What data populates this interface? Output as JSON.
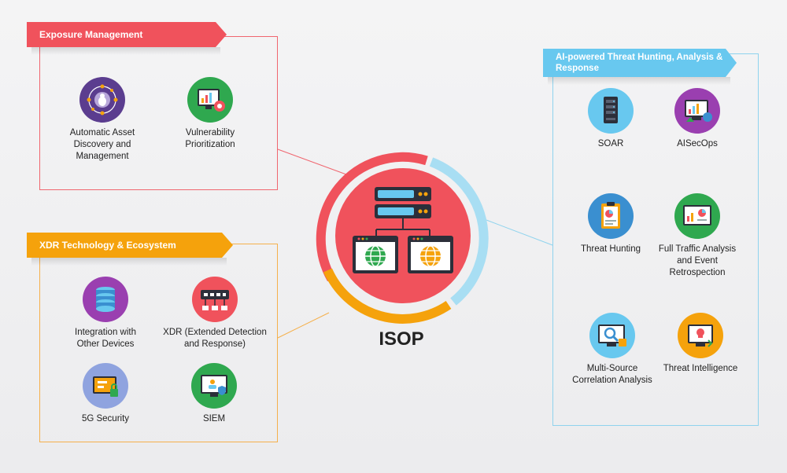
{
  "center": {
    "title": "ISOP"
  },
  "exposure": {
    "title": "Exposure Management",
    "items": [
      {
        "label": "Automatic Asset Discovery and Management"
      },
      {
        "label": "Vulnerability Prioritization"
      }
    ]
  },
  "xdr": {
    "title": "XDR Technology & Ecosystem",
    "items": [
      {
        "label": "Integration with Other Devices"
      },
      {
        "label": "XDR (Extended Detection and Response)"
      },
      {
        "label": "5G Security"
      },
      {
        "label": "SIEM"
      }
    ]
  },
  "ai": {
    "title": "AI-powered Threat Hunting, Analysis & Response",
    "items": [
      {
        "label": "SOAR"
      },
      {
        "label": "AISecOps"
      },
      {
        "label": "Threat Hunting"
      },
      {
        "label": "Full Traffic Analysis and Event Retrospection"
      },
      {
        "label": "Multi-Source Correlation Analysis"
      },
      {
        "label": "Threat Intelligence"
      }
    ]
  },
  "colors": {
    "red": "#f0525c",
    "orange": "#f5a20c",
    "blue": "#68c8ef",
    "purple": "#5b3d8f",
    "dark": "#2c2f3a"
  }
}
